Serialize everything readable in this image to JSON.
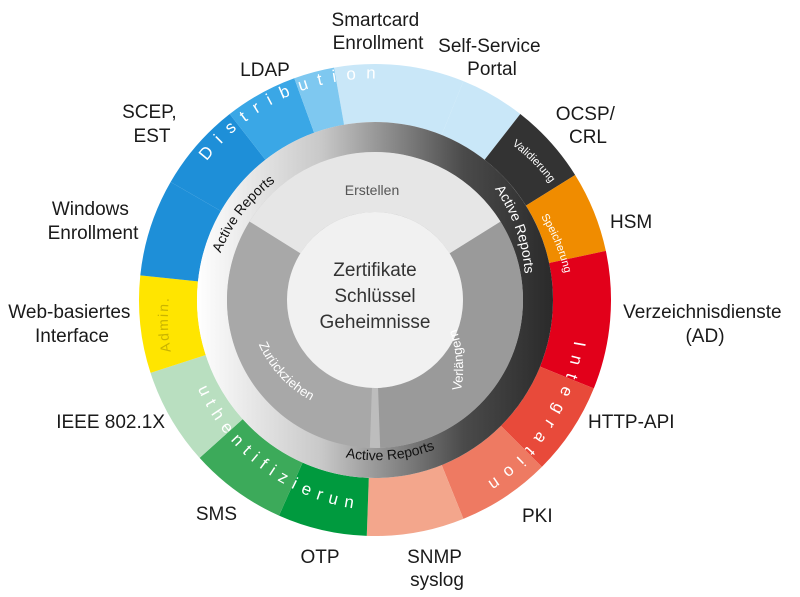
{
  "center": {
    "lines": [
      "Zertifikate",
      "Schlüssel",
      "Geheimnisse"
    ]
  },
  "inner_segments": {
    "erstellen": "Erstellen",
    "verlaengern": "Verlängern",
    "zurueckziehen": "Zurückziehen"
  },
  "active_reports": [
    "Active Reports",
    "Active Reports",
    "Active Reports"
  ],
  "categories": {
    "distribution": "Distribution",
    "validierung": "Validierung",
    "speicherung": "Speicherung",
    "integration": "Integration",
    "authentifizierung": "Authentifizierung",
    "admin": "Admin."
  },
  "outer_labels": [
    {
      "id": "smartcard",
      "lines": [
        "Smartcard",
        "Enrollment"
      ]
    },
    {
      "id": "selfservice",
      "lines": [
        "Self-Service",
        "Portal"
      ]
    },
    {
      "id": "ocsp",
      "lines": [
        "OCSP/",
        "CRL"
      ]
    },
    {
      "id": "hsm",
      "lines": [
        "HSM"
      ]
    },
    {
      "id": "verzeichnis",
      "lines": [
        "Verzeichnisdienste",
        "(AD)"
      ]
    },
    {
      "id": "httpapi",
      "lines": [
        "HTTP-API"
      ]
    },
    {
      "id": "pki",
      "lines": [
        "PKI"
      ]
    },
    {
      "id": "snmp",
      "lines": [
        "SNMP",
        "syslog"
      ]
    },
    {
      "id": "otp",
      "lines": [
        "OTP"
      ]
    },
    {
      "id": "sms",
      "lines": [
        "SMS"
      ]
    },
    {
      "id": "ieee",
      "lines": [
        "IEEE 802.1X"
      ]
    },
    {
      "id": "webinterface",
      "lines": [
        "Web-basiertes",
        "Interface"
      ]
    },
    {
      "id": "windows",
      "lines": [
        "Windows",
        "Enrollment"
      ]
    },
    {
      "id": "scep",
      "lines": [
        "SCEP,",
        "EST"
      ]
    },
    {
      "id": "ldap",
      "lines": [
        "LDAP"
      ]
    }
  ],
  "colors": {
    "distribution_1": "#1e8fd8",
    "distribution_2": "#3aa7e6",
    "distribution_3": "#7ec8f0",
    "distribution_4": "#c9e7f8",
    "validierung": "#333333",
    "speicherung": "#f08c00",
    "integration_1": "#e2001a",
    "integration_2": "#e84a3a",
    "integration_3": "#ee7a62",
    "integration_4": "#f3a68c",
    "authentifizierung_1": "#009a3e",
    "authentifizierung_2": "#3caa5a",
    "authentifizierung_3": "#b9dfc0",
    "admin": "#ffe500"
  }
}
